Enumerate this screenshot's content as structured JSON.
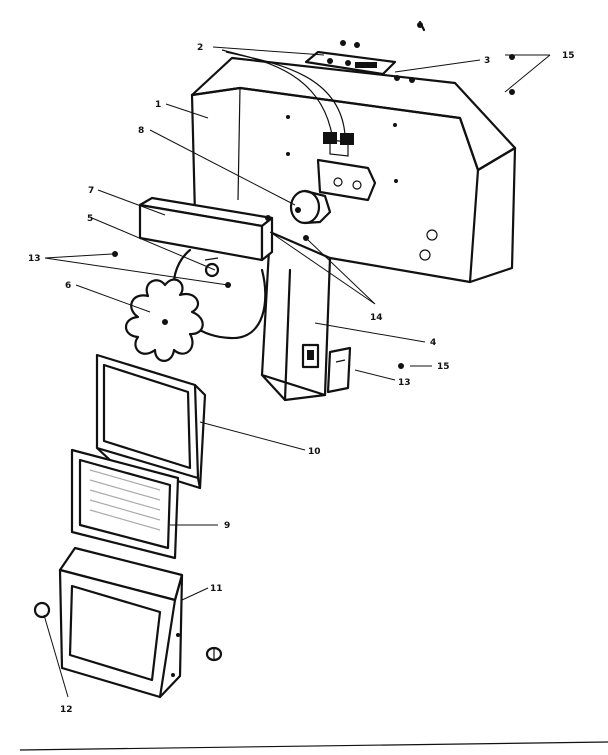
{
  "callouts": [
    {
      "id": "c1",
      "text": "1"
    },
    {
      "id": "c2",
      "text": "2"
    },
    {
      "id": "c3",
      "text": "3"
    },
    {
      "id": "c4",
      "text": "4"
    },
    {
      "id": "c5",
      "text": "5"
    },
    {
      "id": "c6",
      "text": "6"
    },
    {
      "id": "c7",
      "text": "7"
    },
    {
      "id": "c8",
      "text": "8"
    },
    {
      "id": "c9",
      "text": "9"
    },
    {
      "id": "c10",
      "text": "10"
    },
    {
      "id": "c11",
      "text": "11"
    },
    {
      "id": "c12",
      "text": "12"
    },
    {
      "id": "c13a",
      "text": "13"
    },
    {
      "id": "c13b",
      "text": "13"
    },
    {
      "id": "c14",
      "text": "14"
    },
    {
      "id": "c15a",
      "text": "15"
    },
    {
      "id": "c15b",
      "text": "15"
    }
  ]
}
